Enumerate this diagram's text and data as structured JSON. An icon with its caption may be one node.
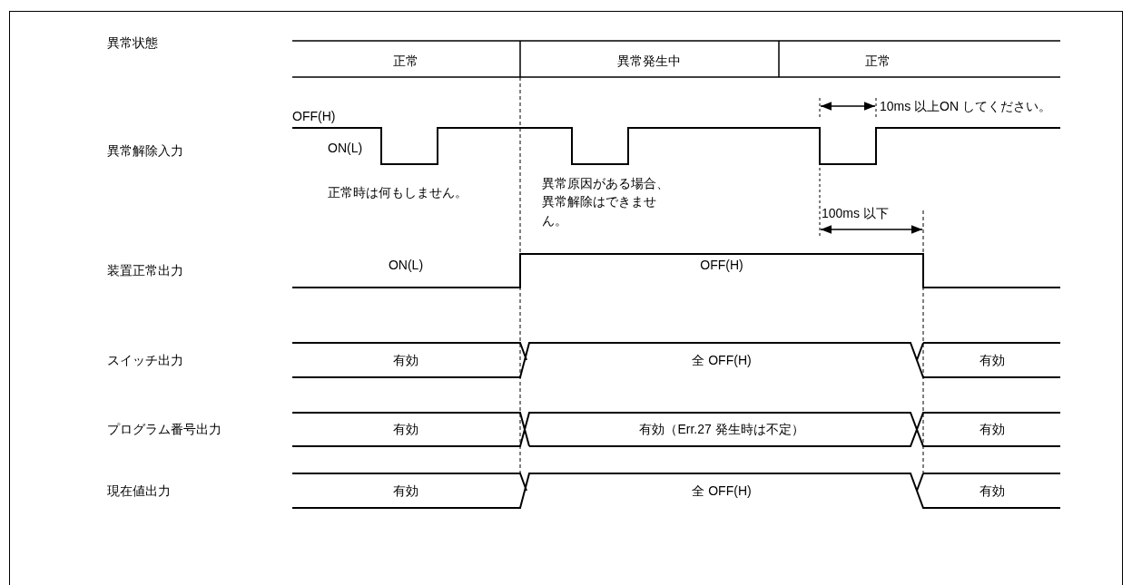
{
  "diagram": {
    "labels": [
      "異常状態",
      "正常",
      "異常発生中",
      "正常",
      "10ms 以上ON してください。",
      "OFF(H)",
      "異常解除入力",
      "ON(L)",
      "正常時は何もしません。",
      "異常原因がある場合、異常解除はできません。",
      "100ms 以下",
      "装置正常出力",
      "ON(L)",
      "OFF(H)",
      "スイッチ出力",
      "有効",
      "全 OFF(H)",
      "有効",
      "プログラム番号出力",
      "有効",
      "有効（Err.27 発生時は不定）",
      "有効",
      "現在値出力",
      "有効",
      "全 OFF(H)",
      "有効"
    ]
  }
}
